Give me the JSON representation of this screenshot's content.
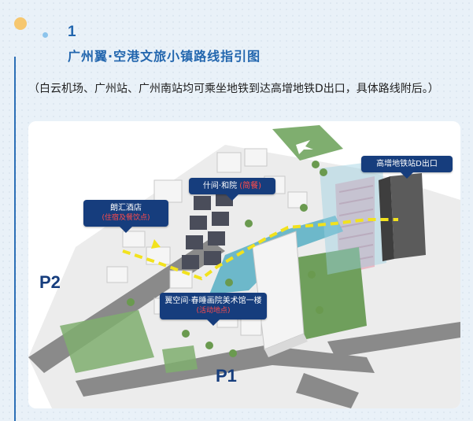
{
  "section": {
    "number": "1",
    "title": "广州翼·空港文旅小镇路线指引图",
    "intro": "（白云机场、广州站、广州南站均可乘坐地铁到达高增地铁D出口，具体路线附后。）"
  },
  "map": {
    "callouts": {
      "metro": {
        "title": "高增地铁站D出口"
      },
      "shijian": {
        "title": "什间·和院",
        "tag": "(简餐)"
      },
      "hotel": {
        "title": "朗汇酒店",
        "sub": "(住宿及餐饮点)"
      },
      "gallery": {
        "title": "翼空间·春睡画院美术馆一楼",
        "sub": "(活动地点)"
      }
    },
    "parking": {
      "p1": "P1",
      "p2": "P2"
    },
    "colors": {
      "route": "#f2e21d",
      "callout_bg": "#163d7d",
      "callout_highlight": "#ff4b4b",
      "water": "#5fb3c7",
      "grass": "#6f9f5c"
    }
  }
}
